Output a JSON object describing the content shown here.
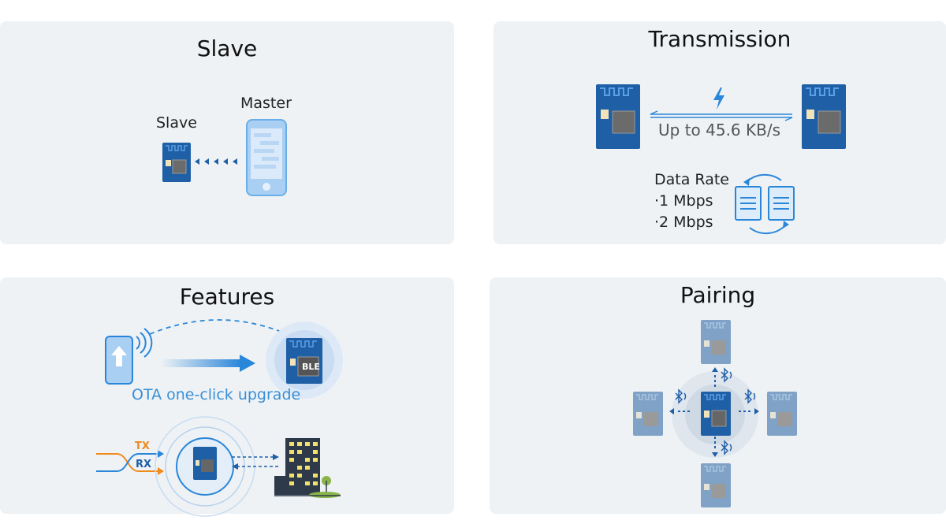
{
  "panels": {
    "slave": {
      "title": "Slave",
      "slave_label": "Slave",
      "master_label": "Master"
    },
    "transmission": {
      "title": "Transmission",
      "speed_label": "Up to 45.6 KB/s",
      "data_rate_title": "Data Rate",
      "data_rates": [
        "·1 Mbps",
        "·2 Mbps"
      ]
    },
    "features": {
      "title": "Features",
      "ota_label": "OTA one-click upgrade",
      "chip_label": "BLE",
      "tx_label": "TX",
      "rx_label": "RX"
    },
    "pairing": {
      "title": "Pairing"
    }
  },
  "colors": {
    "panel_bg": "#eef2f5",
    "module_blue": "#1f5fa6",
    "accent_blue": "#2a86d9",
    "orange": "#f08a1c"
  }
}
